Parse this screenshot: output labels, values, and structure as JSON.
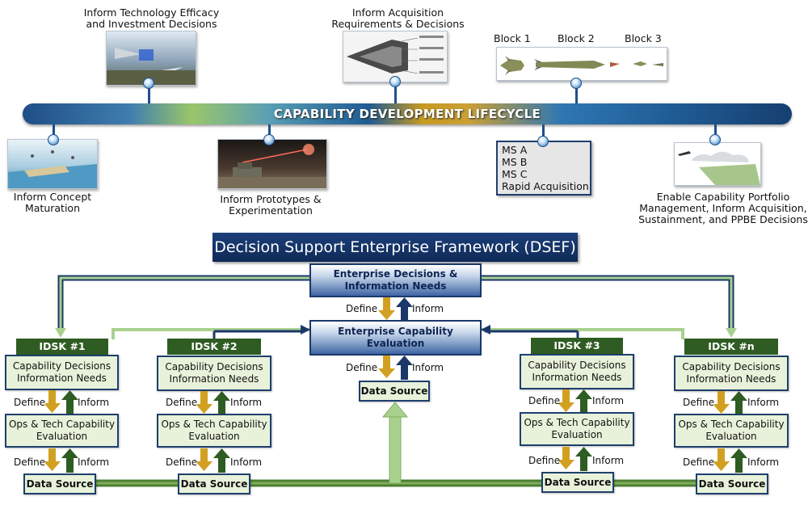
{
  "lifecycle": {
    "title": "CAPABILITY DEVELOPMENT LIFECYCLE",
    "top_captions": {
      "tech": "Inform Technology Efficacy\nand Investment Decisions",
      "acq": "Inform Acquisition\nRequirements & Decisions"
    },
    "blocks": [
      "Block 1",
      "Block 2",
      "Block 3"
    ],
    "bottom_captions": {
      "concept": "Inform Concept\nMaturation",
      "proto": "Inform Prototypes &\nExperimentation",
      "portfolio": "Enable Capability Portfolio\nManagement, Inform Acquisition,\nSustainment, and PPBE Decisions"
    },
    "milestones": [
      "MS A",
      "MS B",
      "MS C",
      "Rapid Acquisition"
    ]
  },
  "dsef": {
    "title": "Decision Support Enterprise Framework (DSEF)",
    "enterprise_decisions": "Enterprise Decisions &\nInformation Needs",
    "enterprise_eval": "Enterprise Capability\nEvaluation",
    "data_source": "Data Source",
    "define": "Define",
    "inform": "Inform",
    "idsks": [
      {
        "label": "IDSK #1",
        "decisions": "Capability Decisions\nInformation Needs",
        "eval": "Ops & Tech Capability\nEvaluation",
        "data_source": "Data Source"
      },
      {
        "label": "IDSK #2",
        "decisions": "Capability Decisions\nInformation Needs",
        "eval": "Ops & Tech Capability\nEvaluation",
        "data_source": "Data Source"
      },
      {
        "label": "IDSK #3",
        "decisions": "Capability Decisions\nInformation Needs",
        "eval": "Ops & Tech Capability\nEvaluation",
        "data_source": "Data Source"
      },
      {
        "label": "IDSK #n",
        "decisions": "Capability Decisions\nInformation Needs",
        "eval": "Ops & Tech Capability\nEvaluation",
        "data_source": "Data Source"
      }
    ]
  },
  "colors": {
    "navy": "#1b3869",
    "dark_green": "#2f5c22",
    "light_green": "#a9d18e",
    "gold": "#d2a021",
    "pale_green": "#e8f2da"
  }
}
